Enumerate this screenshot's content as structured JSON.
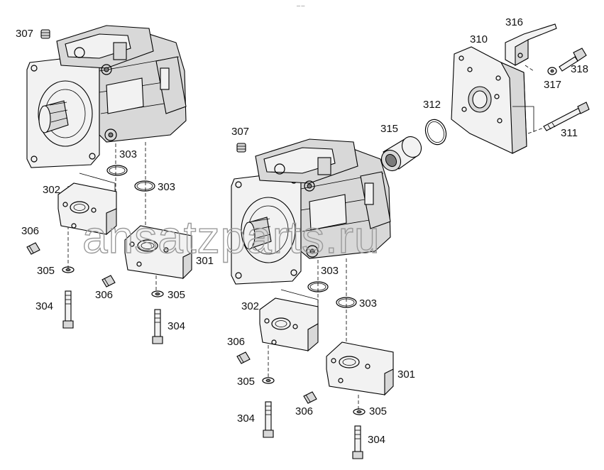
{
  "watermark": "ansatzparts.ru",
  "top_mark": "— —",
  "callouts": {
    "l_307": "307",
    "l_303a": "303",
    "l_303b": "303",
    "l_302": "302",
    "l_301": "301",
    "l_306a": "306",
    "l_306b": "306",
    "l_305a": "305",
    "l_305b": "305",
    "l_304a": "304",
    "l_304b": "304",
    "r_307": "307",
    "r_303a": "303",
    "r_303b": "303",
    "r_302": "302",
    "r_301": "301",
    "r_306a": "306",
    "r_306b": "306",
    "r_305a": "305",
    "r_305b": "305",
    "r_304a": "304",
    "r_304b": "304",
    "r_310": "310",
    "r_311": "311",
    "r_312": "312",
    "r_315": "315",
    "r_316": "316",
    "r_317": "317",
    "r_318": "318"
  }
}
